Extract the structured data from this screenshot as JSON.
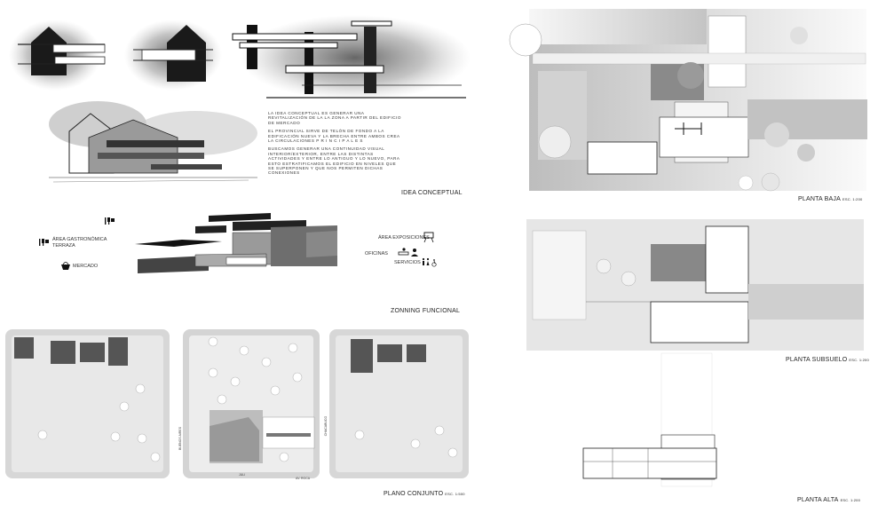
{
  "concept": {
    "title": "IDEA CONCEPTUAL",
    "paragraphs": [
      "LA IDEA CONCEPTUAL ES GENERAR UNA REVITALIZACIÓN DE LA LA ZONA A PARTIR DEL EDIFICIO DE MERCADO",
      "EL PROVINCIAL SIRVE DE TELÓN DE FONDO A LA EDIFICACIÓN NUEVA Y LA BRECHA ENTRE AMBOS CREA LA CIRCULACIONES P R I N C I P A L E S",
      "BUSCAMOS GENERAR UNA CONTINUIDAD VISUAL INTERIOR/EXTERIOR, ENTRE LAS DISTINTAS ACTIVIDADES Y ENTRE LO ANTIGUO Y LO NUEVO, PARA ESTO ESTRATIFICAMOS EL EDIFICIO EN NIVELES QUE SE SUPERPONEN Y QUE NOS PERMITEN DICHAS CONEXIONES"
    ]
  },
  "zoning": {
    "title": "ZONNING FUNCIONAL",
    "labels": {
      "gastro": "ÁREA GASTRONÓMICA",
      "terraza": "TERRAZA",
      "mercado": "MERCADO",
      "exposiciones": "ÁREA EXPOSICIONES",
      "oficinas": "OFICINAS",
      "servicios": "SERVICIOS"
    },
    "icons": [
      "cutlery-icon",
      "basket-icon",
      "easel-icon",
      "desk-icon",
      "restroom-icon",
      "wheelchair-icon"
    ]
  },
  "site": {
    "title": "PLANO CONJUNTO",
    "scale": "ESC. 1:500",
    "streets": [
      "BUENOS AIRES",
      "CHACABUCO",
      "JULI",
      "AV. ROCA"
    ]
  },
  "plans": [
    {
      "title": "PLANTA BAJA",
      "scale": "ESC. 1:200"
    },
    {
      "title": "PLANTA SUBSUELO",
      "scale": "ESC. 1:200"
    },
    {
      "title": "PLANTA ALTA",
      "scale": "ESC. 1:200"
    }
  ],
  "colors": {
    "ink": "#222222",
    "tone": "#bdbdbd",
    "mass": "#555555",
    "paper": "#ffffff"
  }
}
